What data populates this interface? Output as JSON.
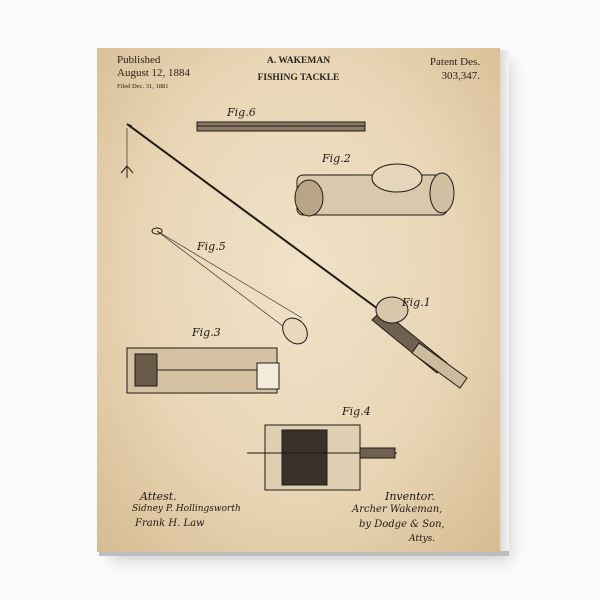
{
  "header": {
    "published_label": "Published",
    "published_date": "August 12, 1884",
    "filed": "Filed Dec. 31, 1881",
    "inventor_name": "A. WAKEMAN",
    "title": "FISHING TACKLE",
    "patent_label": "Patent Des.",
    "patent_number": "303,347."
  },
  "figures": [
    "Fig.6",
    "Fig.2",
    "Fig.5",
    "Fig.1",
    "Fig.3",
    "Fig.4"
  ],
  "footer": {
    "attest_label": "Attest.",
    "witness_1": "Sidney P. Hollingsworth",
    "witness_2": "Frank H. Law",
    "inventor_label": "Inventor.",
    "inventor_signature": "Archer Wakeman,",
    "attorney": "by Dodge & Son,",
    "attys": "Attys."
  },
  "colors": {
    "paper": "#e9d6b6",
    "ink": "#1f1a16"
  }
}
